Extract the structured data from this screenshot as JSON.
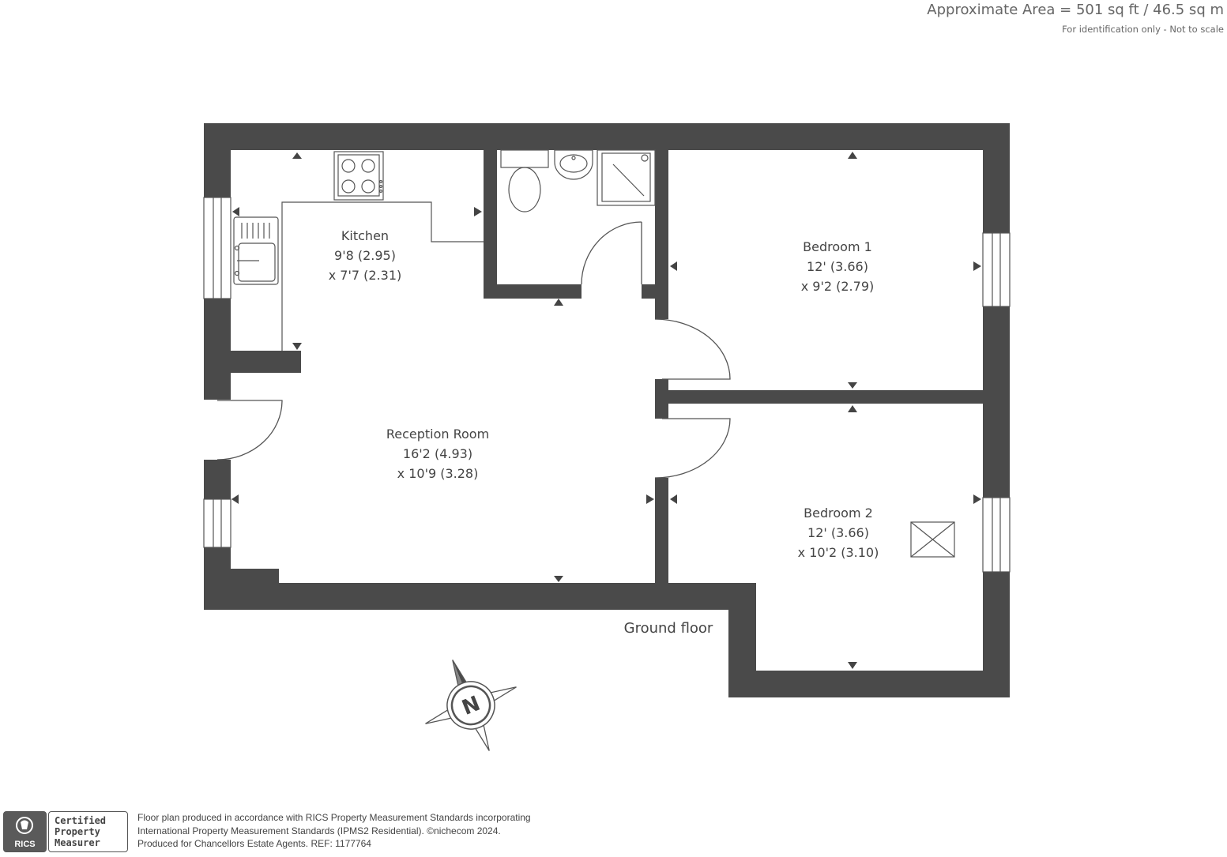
{
  "header": {
    "area": "Approximate Area = 501 sq ft / 46.5 sq m",
    "note": "For identification only - Not to scale"
  },
  "rooms": {
    "kitchen": {
      "name": "Kitchen",
      "dim1": "9'8 (2.95)",
      "dim2": "x 7'7 (2.31)"
    },
    "bedroom1": {
      "name": "Bedroom 1",
      "dim1": "12' (3.66)",
      "dim2": "x 9'2 (2.79)"
    },
    "reception": {
      "name": "Reception Room",
      "dim1": "16'2 (4.93)",
      "dim2": "x 10'9 (3.28)"
    },
    "bedroom2": {
      "name": "Bedroom 2",
      "dim1": "12' (3.66)",
      "dim2": "x 10'2 (3.10)"
    }
  },
  "floor_label": "Ground floor",
  "compass": {
    "letter": "N"
  },
  "footer": {
    "line1": "Floor plan produced in accordance with RICS Property Measurement Standards incorporating",
    "line2": "International Property Measurement Standards (IPMS2 Residential).   ©nichecom 2024.",
    "line3": "Produced for Chancellors Estate Agents.   REF: 1177764",
    "rics_word": "RICS",
    "badge": [
      "Certified",
      "Property",
      "Measurer"
    ]
  },
  "colors": {
    "wall": "#4a4a4a",
    "line": "#555555",
    "text": "#444444"
  }
}
